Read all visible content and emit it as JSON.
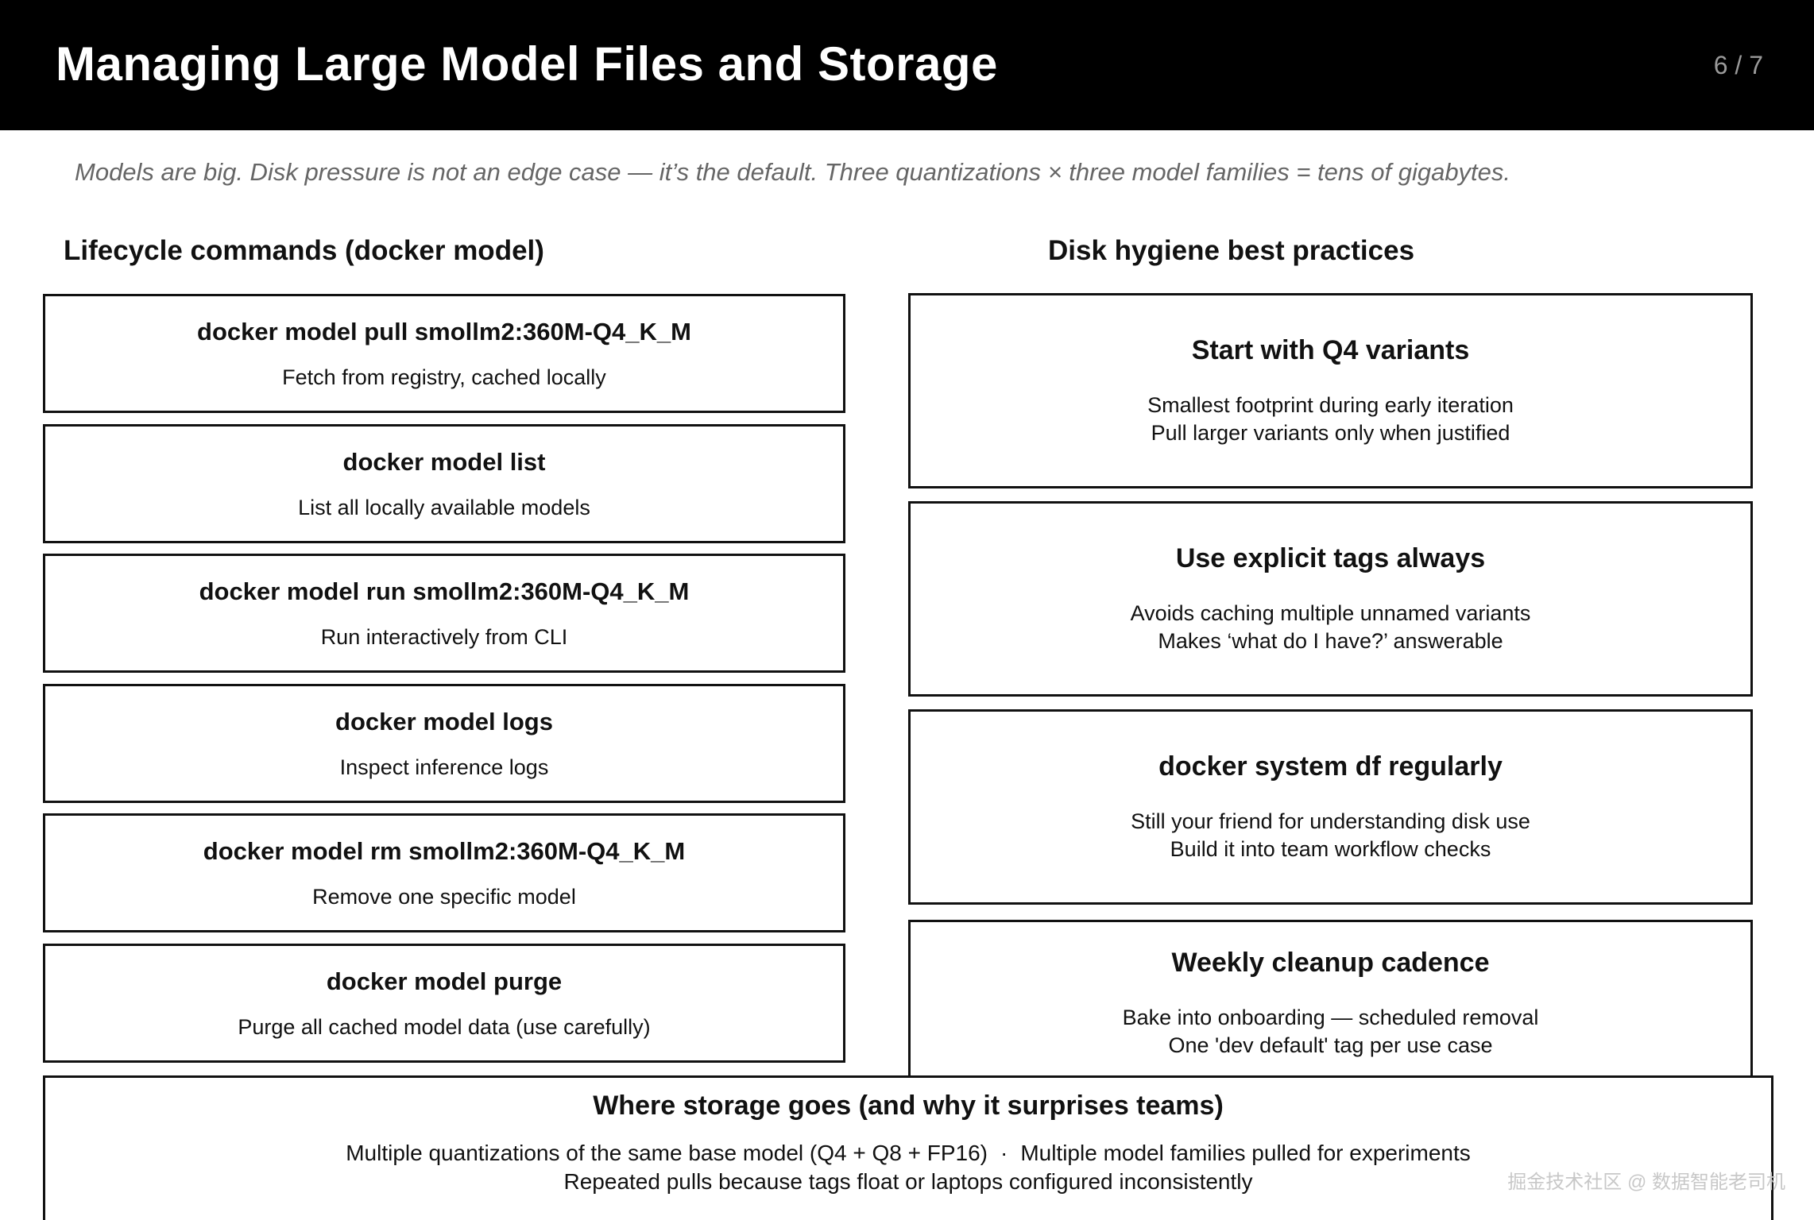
{
  "slide": {
    "title": "Managing Large Model Files and Storage",
    "counter": "6 / 7",
    "subtitle": "Models are big. Disk pressure is not an edge case — it’s the default. Three quantizations × three model families = tens of gigabytes."
  },
  "left_column": {
    "heading": "Lifecycle commands (docker model)",
    "commands": [
      {
        "title": "docker model pull smollm2:360M-Q4_K_M",
        "desc": "Fetch from registry, cached locally"
      },
      {
        "title": "docker model list",
        "desc": "List all locally available models"
      },
      {
        "title": "docker model run smollm2:360M-Q4_K_M",
        "desc": "Run interactively from CLI"
      },
      {
        "title": "docker model logs",
        "desc": "Inspect inference logs"
      },
      {
        "title": "docker model rm smollm2:360M-Q4_K_M",
        "desc": "Remove one specific model"
      },
      {
        "title": "docker model purge",
        "desc": "Purge all cached model data (use carefully)"
      }
    ]
  },
  "right_column": {
    "heading": "Disk hygiene best practices",
    "practices": [
      {
        "title": "Start with Q4 variants",
        "line1": "Smallest footprint during early iteration",
        "line2": "Pull larger variants only when justified"
      },
      {
        "title": "Use explicit tags always",
        "line1": "Avoids caching multiple unnamed variants",
        "line2": "Makes ‘what do I have?’ answerable"
      },
      {
        "title": "docker system df regularly",
        "line1": "Still your friend for understanding disk use",
        "line2": "Build it into team workflow checks"
      },
      {
        "title": "Weekly cleanup cadence",
        "line1": "Bake into onboarding — scheduled removal",
        "line2": "One 'dev default' tag per use case"
      }
    ]
  },
  "storage": {
    "title": "Where storage goes (and why it surprises teams)",
    "line1_a": "Multiple quantizations of the same base model (Q4 + Q8 + FP16)",
    "separator": "·",
    "line1_b": "Multiple model families pulled for experiments",
    "line2": "Repeated pulls because tags float or laptops configured inconsistently"
  },
  "watermark": "掘金技术社区 @ 数据智能老司机"
}
